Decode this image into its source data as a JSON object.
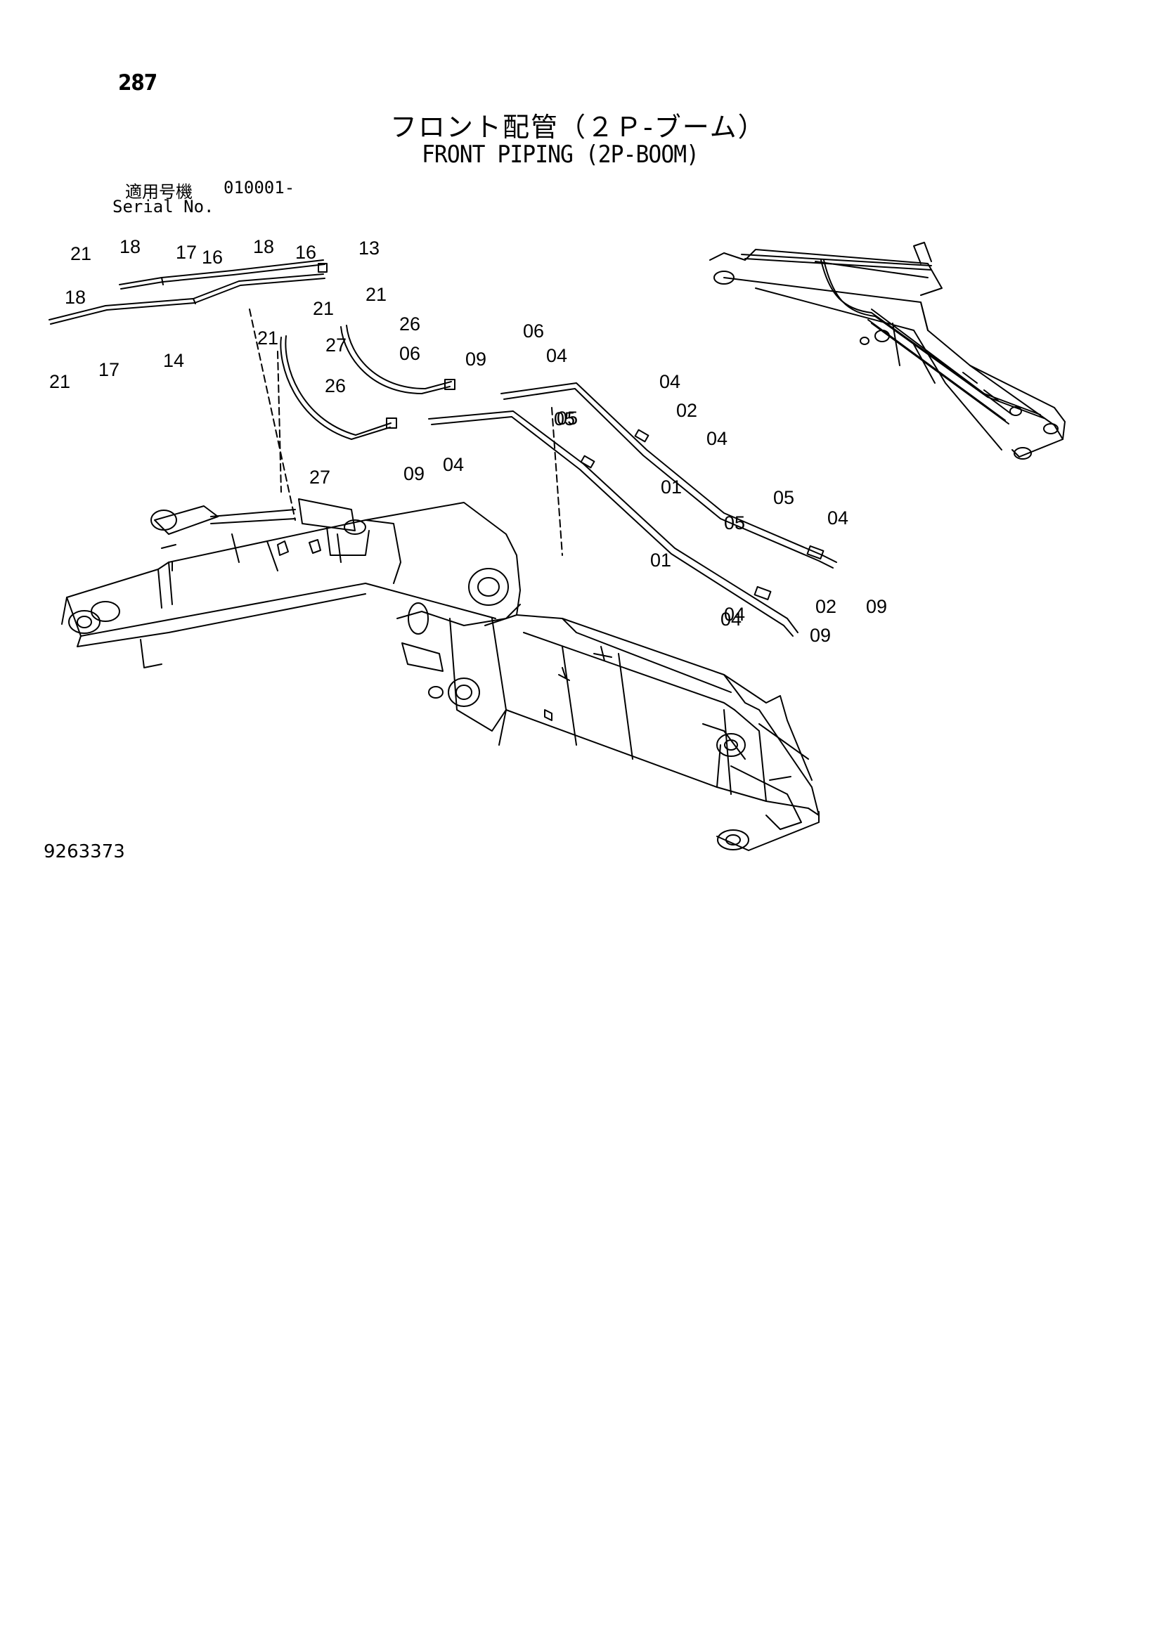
{
  "page_number": "287",
  "title_jp": "フロント配管（２Ｐ-ブーム）",
  "title_en": "FRONT PIPING (2P-BOOM)",
  "serial_label_jp": "適用号機",
  "serial_value": "010001-",
  "serial_label_en": "Serial No.",
  "figure_number": "9263373",
  "callouts": [
    "21",
    "18",
    "17",
    "16",
    "18",
    "16",
    "13",
    "21",
    "18",
    "17",
    "14",
    "21",
    "21",
    "21",
    "27",
    "26",
    "26",
    "27",
    "06",
    "09",
    "09",
    "06",
    "04",
    "04",
    "05",
    "04",
    "02",
    "05",
    "04",
    "01",
    "01",
    "05",
    "04",
    "05",
    "04",
    "02",
    "09",
    "09",
    "04"
  ]
}
